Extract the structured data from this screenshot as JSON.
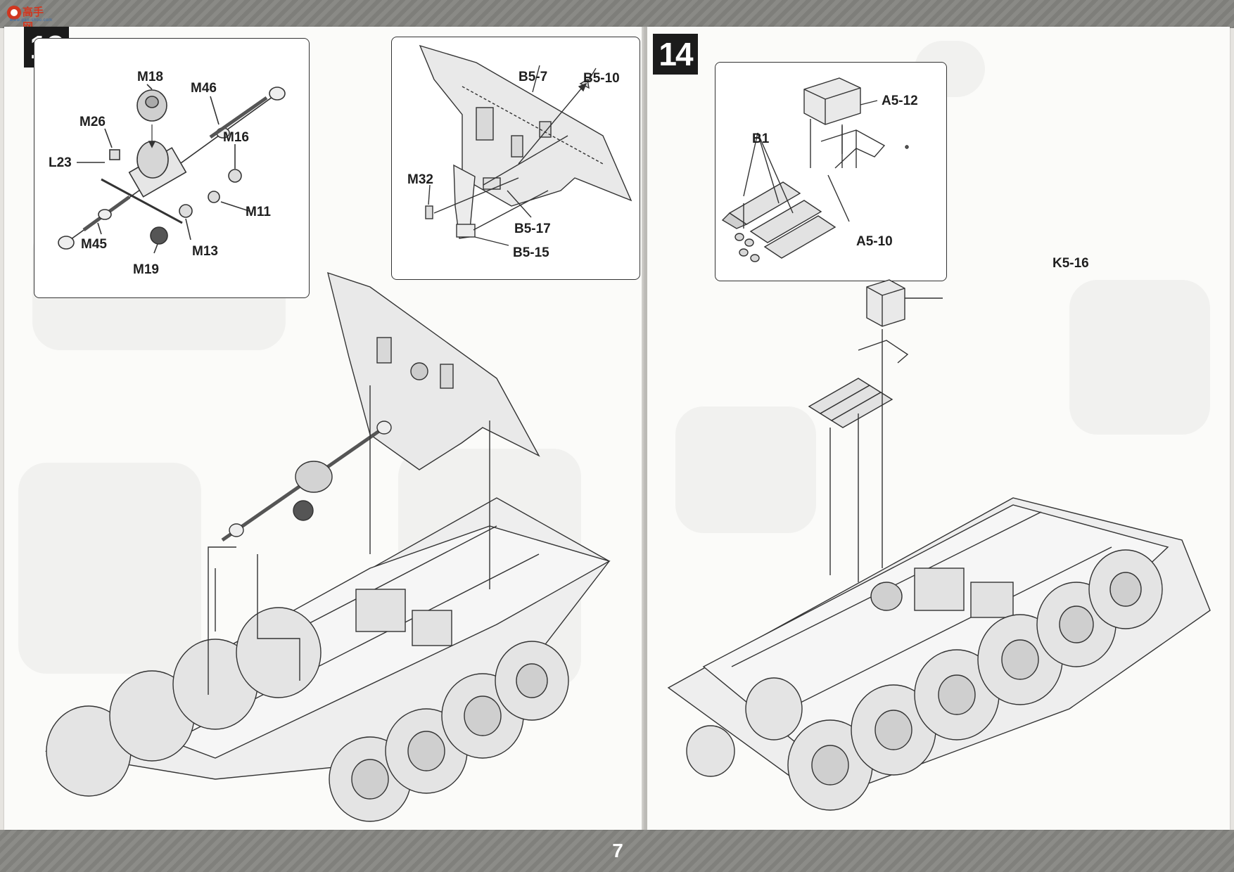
{
  "watermark": {
    "brand_text": "高手网",
    "url_text": "www.gao-shou.com"
  },
  "pages": {
    "left": {
      "step": "13",
      "inset_a": {
        "labels": [
          "M18",
          "M46",
          "M26",
          "M16",
          "L23",
          "M11",
          "M45",
          "M13",
          "M19"
        ]
      },
      "inset_b": {
        "labels": [
          "B5-7",
          "B5-10",
          "M32",
          "B5-17",
          "B5-15"
        ]
      }
    },
    "right": {
      "step": "14",
      "inset": {
        "labels": [
          "A5-12",
          "B1",
          "A5-10"
        ]
      },
      "main_labels": [
        "K5-16"
      ]
    }
  },
  "page_number": "7",
  "colors": {
    "step_badge": "#1b1b1b",
    "line_art": "#333333",
    "page_bg": "#fbfbf9",
    "margin_strip": "#84847f"
  }
}
